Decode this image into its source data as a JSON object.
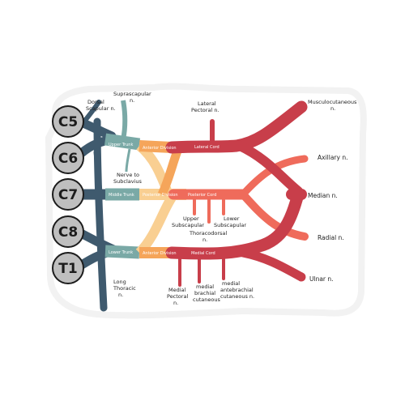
{
  "roots": [
    "C5",
    "C6",
    "C7",
    "C8",
    "T1"
  ],
  "trunks": {
    "upper": "Upper Trunk",
    "middle": "Middle Trunk",
    "lower": "Lower Trunk"
  },
  "divisions": {
    "anterior": "Anterior Division",
    "posterior": "Posterior Division"
  },
  "cords": {
    "lateral": "Lateral Cord",
    "posterior": "Posterior Cord",
    "medial": "Medial Cord"
  },
  "nerves": {
    "dorsal_scapular": [
      "Dorsal",
      "Scapular n."
    ],
    "suprascapular": [
      "Suprascapular",
      "n."
    ],
    "subclavius": [
      "Nerve to",
      "Subclavius"
    ],
    "long_thoracic": [
      "Long",
      "Thoracic",
      "n."
    ],
    "lateral_pectoral": [
      "Lateral",
      "Pectoral n."
    ],
    "musculocutaneous": [
      "Musculocutaneous",
      "n."
    ],
    "axillary": "Axillary n.",
    "median": "Median n.",
    "radial": "Radial n.",
    "ulnar": "Ulnar n.",
    "upper_subscapular": [
      "Upper",
      "Subscapular"
    ],
    "thoracodorsal": [
      "Thoracodorsal",
      "n."
    ],
    "lower_subscapular": [
      "Lower",
      "Subscapular"
    ],
    "medial_pectoral": [
      "Medial",
      "Pectoral",
      "n."
    ],
    "medial_brachial_cutaneous": [
      "medial",
      "brachial",
      "cutaneous"
    ],
    "medial_antebrachial_cutaneous": [
      "medial",
      "antebrachial",
      "cutaneous n."
    ]
  },
  "colors": {
    "roots": "#3f5a6e",
    "upper_trunk": "#7aa9a6",
    "anterior_division": "#f5a55a",
    "posterior_division": "#f9cf92",
    "cords": "#c83e4a",
    "posterior_cord": "#ef6b5b",
    "root_circle": "#bfbfbf"
  }
}
